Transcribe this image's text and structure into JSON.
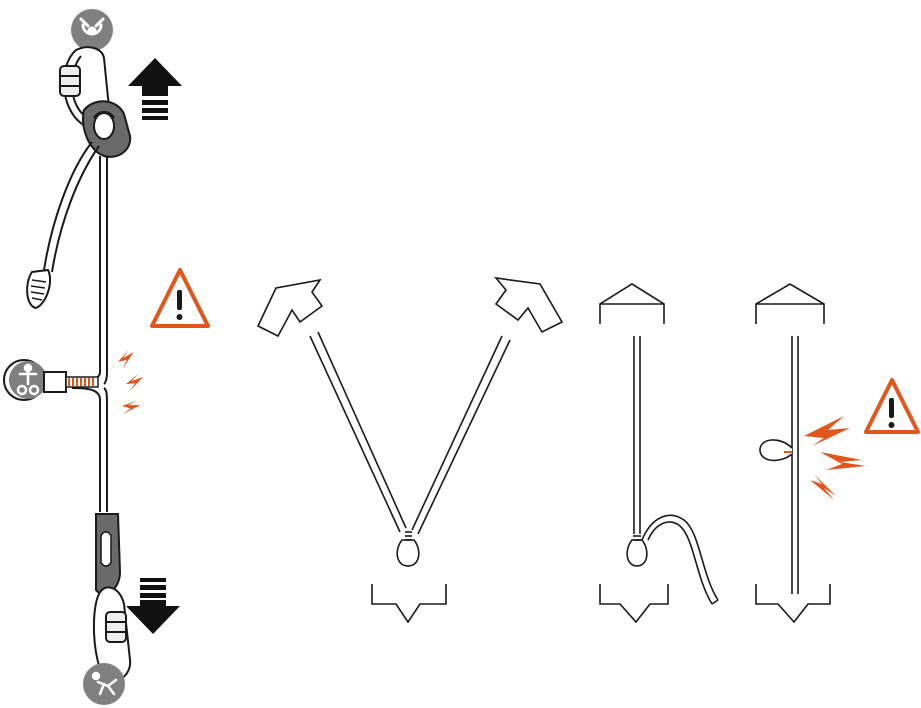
{
  "colors": {
    "ink": "#1a1a1a",
    "accent": "#e2561c",
    "badge": "#808080",
    "device": "#6a6a6a",
    "background": "#ffffff"
  },
  "icons": {
    "top_anchor": "anchor-point-icon",
    "middle_harness": "harness-icon",
    "bottom_person": "falling-person-icon",
    "warning": "warning-triangle-icon",
    "force": "lightning-bolt-icon",
    "tension": "tension-arrow-icon"
  },
  "panels": [
    {
      "id": "lanyard-system",
      "has_warning": true
    },
    {
      "id": "v-configuration",
      "has_warning": false
    },
    {
      "id": "straight-knotted",
      "has_warning": false
    },
    {
      "id": "girth-hitch-loop",
      "has_warning": true
    }
  ]
}
